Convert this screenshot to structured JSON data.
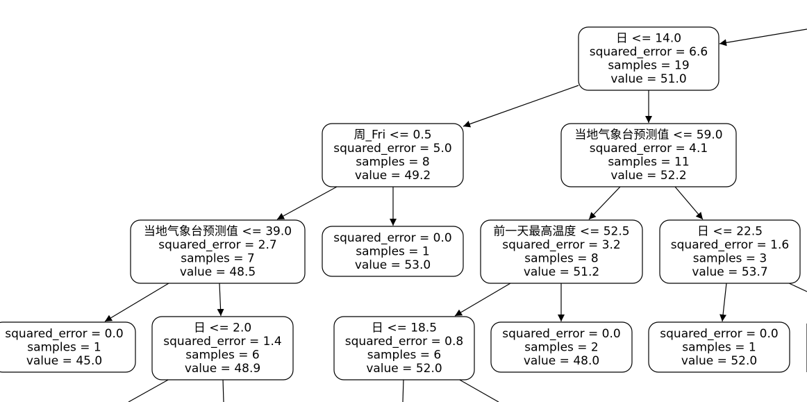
{
  "diagram": {
    "type": "decision-tree",
    "nodes": [
      {
        "id": "n0",
        "lines": [
          "日 <= 14.0",
          "squared_error = 6.6",
          "samples = 19",
          "value = 51.0"
        ]
      },
      {
        "id": "n1",
        "lines": [
          "周_Fri <= 0.5",
          "squared_error = 5.0",
          "samples = 8",
          "value = 49.2"
        ]
      },
      {
        "id": "n2",
        "lines": [
          "当地气象台预测值 <= 59.0",
          "squared_error = 4.1",
          "samples = 11",
          "value = 52.2"
        ]
      },
      {
        "id": "n3",
        "lines": [
          "当地气象台预测值 <= 39.0",
          "squared_error = 2.7",
          "samples = 7",
          "value = 48.5"
        ]
      },
      {
        "id": "n4",
        "lines": [
          "squared_error = 0.0",
          "samples = 1",
          "value = 53.0"
        ]
      },
      {
        "id": "n5",
        "lines": [
          "前一天最高温度 <= 52.5",
          "squared_error = 3.2",
          "samples = 8",
          "value = 51.2"
        ]
      },
      {
        "id": "n6",
        "lines": [
          "日 <= 22.5",
          "squared_error = 1.6",
          "samples = 3",
          "value = 53.7"
        ]
      },
      {
        "id": "n7",
        "lines": [
          "squared_error = 0.0",
          "samples = 1",
          "value = 45.0"
        ]
      },
      {
        "id": "n8",
        "lines": [
          "日 <= 2.0",
          "squared_error = 1.4",
          "samples = 6",
          "value = 48.9"
        ]
      },
      {
        "id": "n9",
        "lines": [
          "日 <= 18.5",
          "squared_error = 0.8",
          "samples = 6",
          "value = 52.0"
        ]
      },
      {
        "id": "n10",
        "lines": [
          "squared_error = 0.0",
          "samples = 2",
          "value = 48.0"
        ]
      },
      {
        "id": "n11",
        "lines": [
          "squared_error = 0.0",
          "samples = 1",
          "value = 52.0"
        ]
      }
    ],
    "edges": [
      {
        "from": "n0",
        "to": "n1"
      },
      {
        "from": "n0",
        "to": "n2"
      },
      {
        "from": "n1",
        "to": "n3"
      },
      {
        "from": "n1",
        "to": "n4"
      },
      {
        "from": "n2",
        "to": "n5"
      },
      {
        "from": "n2",
        "to": "n6"
      },
      {
        "from": "n3",
        "to": "n7"
      },
      {
        "from": "n3",
        "to": "n8"
      },
      {
        "from": "n5",
        "to": "n9"
      },
      {
        "from": "n5",
        "to": "n10"
      },
      {
        "from": "n6",
        "to": "n11"
      }
    ]
  }
}
